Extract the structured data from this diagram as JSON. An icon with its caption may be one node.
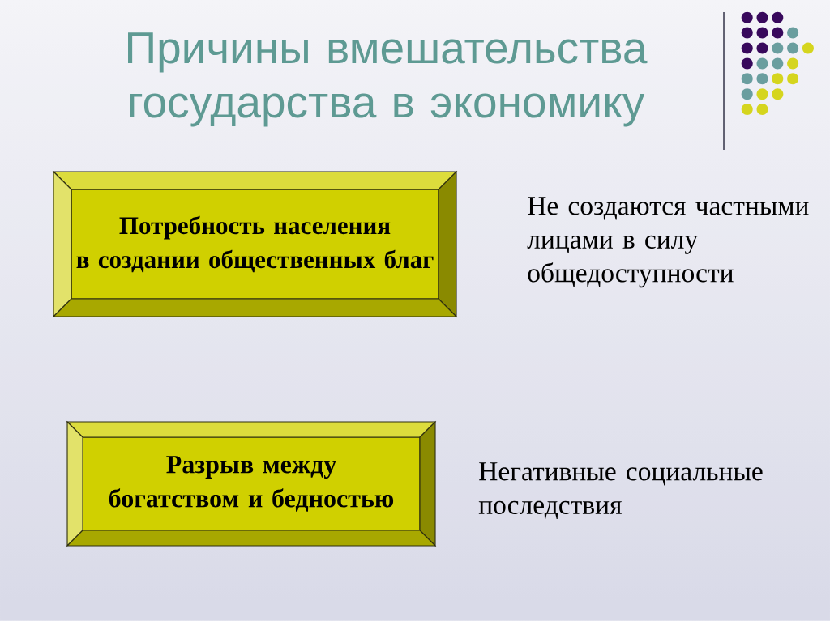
{
  "diagram": {
    "title": "Причины вмешательства государства в экономику",
    "nodes": [
      {
        "text": [
          "Потребность населения в создании общественных благ"
        ],
        "beside": [
          "Не создаются частными лицами в силу общедоступности"
        ]
      },
      {
        "text": [
          "Разрыв между богатством и бедностью"
        ],
        "beside": [
          "Негативные социальные последствия"
        ]
      }
    ]
  }
}
